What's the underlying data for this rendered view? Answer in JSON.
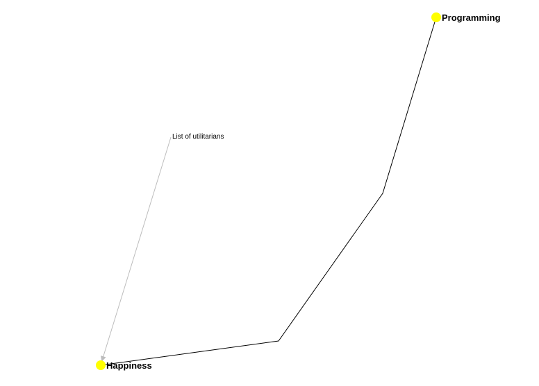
{
  "colors": {
    "background": "#ffffff",
    "node_fill": "#ffff00",
    "main_edge": "#000000",
    "secondary_edge": "#bdbdbd",
    "text": "#000000"
  },
  "nodes": {
    "programming": {
      "label": "Programming"
    },
    "happiness": {
      "label": "Happiness"
    },
    "list_of_utilitarians": {
      "label": "List of utilitarians"
    }
  },
  "edges": [
    {
      "from": "Programming",
      "to": "Happiness",
      "style": "solid-black"
    },
    {
      "from": "List of utilitarians",
      "to": "Happiness",
      "style": "light-gray-arrow"
    }
  ]
}
